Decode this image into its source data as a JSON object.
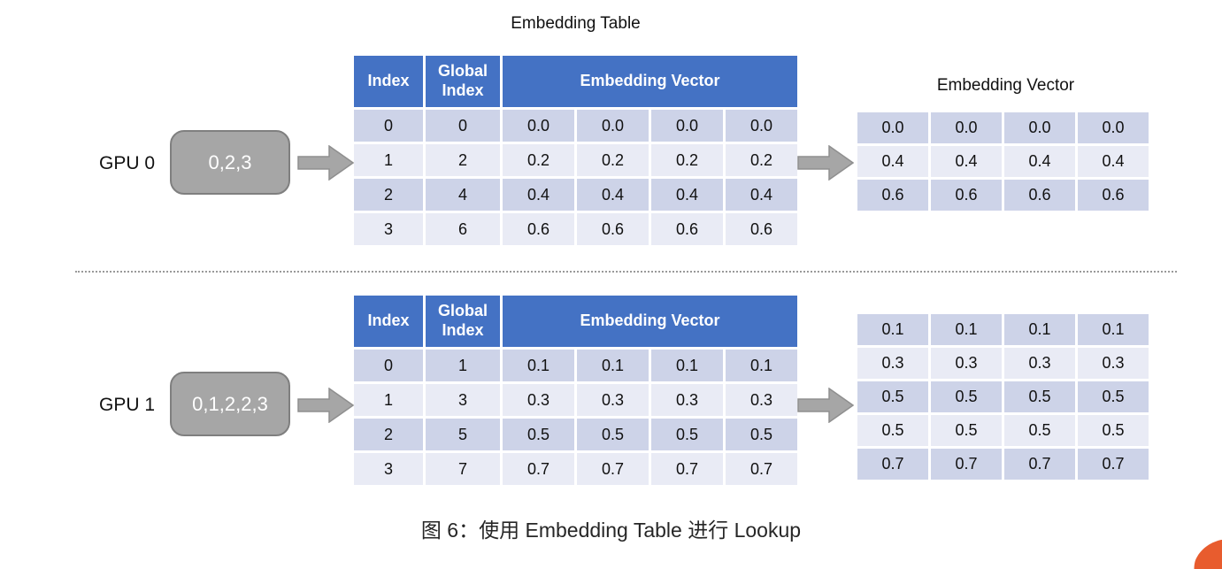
{
  "palette": {
    "header_blue": "#4472C4",
    "row_dark": "#CDD3E8",
    "row_light": "#E9EBF5",
    "gray_fill": "#A6A6A6",
    "gray_border": "#7F7F7F",
    "logo_orange": "#E85C2E"
  },
  "top_section": {
    "table_title": "Embedding Table",
    "gpu_label": "GPU 0",
    "gpu_indices": "0,2,3",
    "embedding_table": {
      "headers": [
        "Index",
        "Global Index",
        "Embedding Vector"
      ],
      "rows": [
        [
          "0",
          "0",
          "0.0",
          "0.0",
          "0.0",
          "0.0"
        ],
        [
          "1",
          "2",
          "0.2",
          "0.2",
          "0.2",
          "0.2"
        ],
        [
          "2",
          "4",
          "0.4",
          "0.4",
          "0.4",
          "0.4"
        ],
        [
          "3",
          "6",
          "0.6",
          "0.6",
          "0.6",
          "0.6"
        ]
      ]
    },
    "output_table": {
      "title": "Embedding Vector",
      "rows": [
        [
          "0.0",
          "0.0",
          "0.0",
          "0.0"
        ],
        [
          "0.4",
          "0.4",
          "0.4",
          "0.4"
        ],
        [
          "0.6",
          "0.6",
          "0.6",
          "0.6"
        ]
      ]
    }
  },
  "bottom_section": {
    "gpu_label": "GPU 1",
    "gpu_indices": "0,1,2,2,3",
    "embedding_table": {
      "headers": [
        "Index",
        "Global Index",
        "Embedding Vector"
      ],
      "rows": [
        [
          "0",
          "1",
          "0.1",
          "0.1",
          "0.1",
          "0.1"
        ],
        [
          "1",
          "3",
          "0.3",
          "0.3",
          "0.3",
          "0.3"
        ],
        [
          "2",
          "5",
          "0.5",
          "0.5",
          "0.5",
          "0.5"
        ],
        [
          "3",
          "7",
          "0.7",
          "0.7",
          "0.7",
          "0.7"
        ]
      ]
    },
    "output_table": {
      "rows": [
        [
          "0.1",
          "0.1",
          "0.1",
          "0.1"
        ],
        [
          "0.3",
          "0.3",
          "0.3",
          "0.3"
        ],
        [
          "0.5",
          "0.5",
          "0.5",
          "0.5"
        ],
        [
          "0.5",
          "0.5",
          "0.5",
          "0.5"
        ],
        [
          "0.7",
          "0.7",
          "0.7",
          "0.7"
        ]
      ]
    }
  },
  "caption": "图 6：使用 Embedding Table 进行 Lookup"
}
